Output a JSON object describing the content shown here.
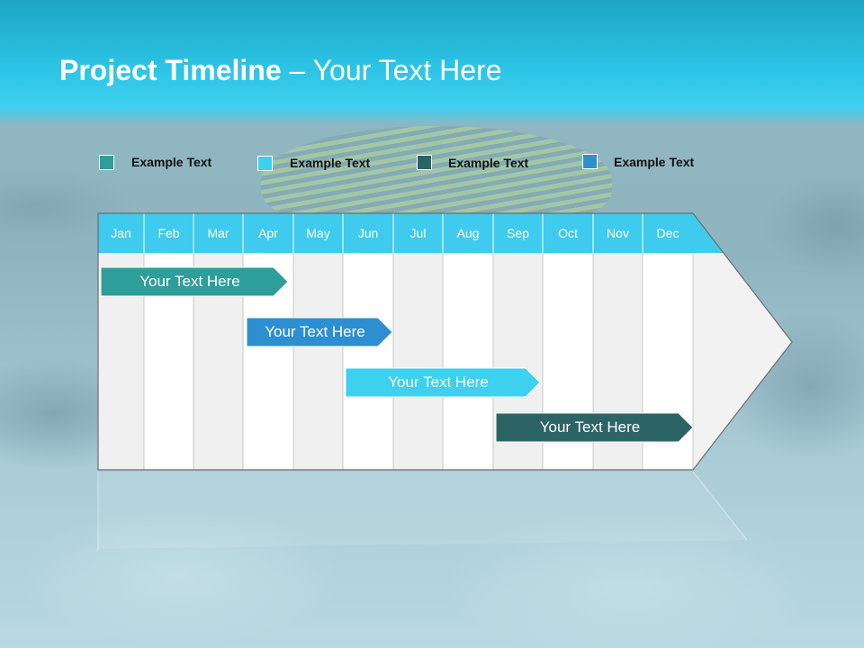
{
  "title": {
    "bold": "Project Timeline",
    "rest": " – Your Text Here"
  },
  "legend": [
    {
      "label": "Example Text",
      "color": "#2e9e9a"
    },
    {
      "label": "Example Text",
      "color": "#3dd0ef"
    },
    {
      "label": "Example Text",
      "color": "#2c6466"
    },
    {
      "label": "Example Text",
      "color": "#2e8fd0"
    }
  ],
  "months": [
    "Jan",
    "Feb",
    "Mar",
    "Apr",
    "May",
    "Jun",
    "Jul",
    "Aug",
    "Sep",
    "Oct",
    "Nov",
    "Dec"
  ],
  "tasks": [
    {
      "label": "Your  Text Here",
      "color": "#2e9e9a",
      "start_month": "Jan",
      "end_month": "Apr"
    },
    {
      "label": "Your  Text Here",
      "color": "#2e8fd0",
      "start_month": "Apr",
      "end_month": "Jun"
    },
    {
      "label": "Your  Text Here",
      "color": "#3dd0ef",
      "start_month": "Jun",
      "end_month": "Sep"
    },
    {
      "label": "Your  Text Here",
      "color": "#2c6466",
      "start_month": "Sep",
      "end_month": "Dec"
    }
  ],
  "colors": {
    "header": "#2cc4e6",
    "month_bar": "#3ecbed",
    "grid_alt": "#f0f0f0",
    "grid_white": "#ffffff"
  }
}
